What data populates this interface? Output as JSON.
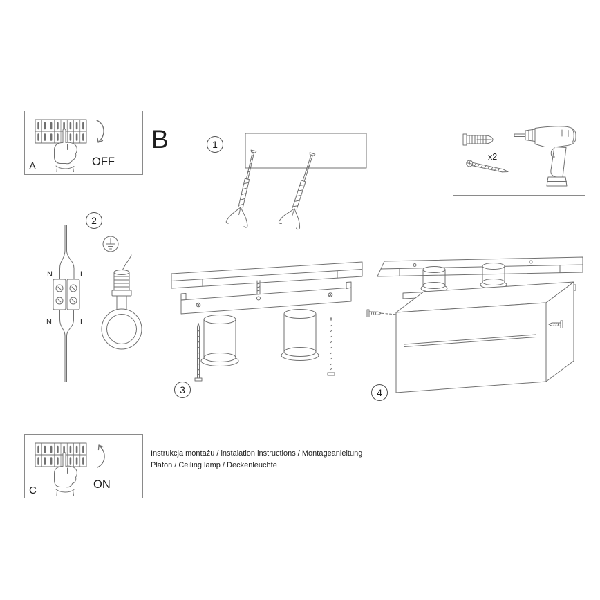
{
  "colors": {
    "line": "#707070",
    "text": "#1d1d1d",
    "box_border": "#8a8a8a"
  },
  "panel_a": {
    "label": "A",
    "action": "OFF"
  },
  "panel_c": {
    "label": "C",
    "action": "ON"
  },
  "section_label": "B",
  "steps": {
    "s1": "1",
    "s2": "2",
    "s3": "3",
    "s4": "4"
  },
  "hardware": {
    "quantity": "x2"
  },
  "wiring": {
    "n_in": "N",
    "l_in": "L",
    "n_out": "N",
    "l_out": "L"
  },
  "footer": {
    "line1": "Instrukcja montażu / instalation instructions / Montageanleitung",
    "line2": "Plafon / Ceiling lamp / Deckenleuchte"
  }
}
